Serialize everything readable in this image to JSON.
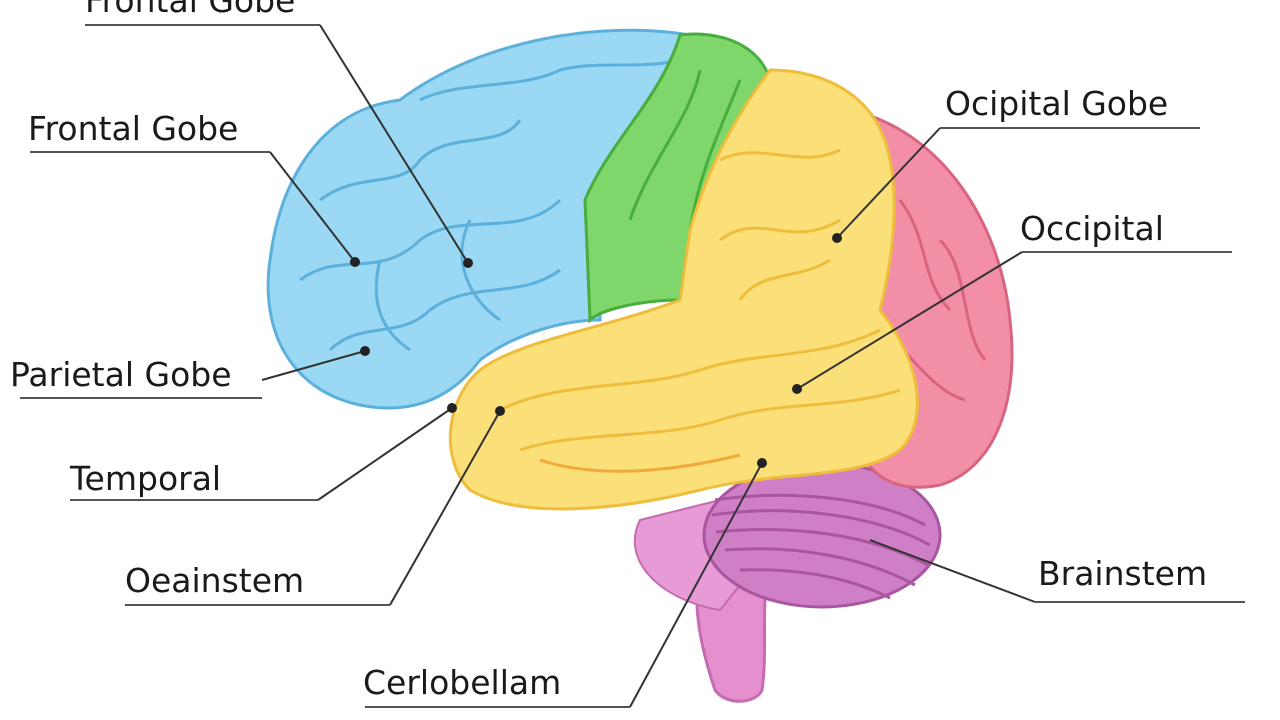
{
  "labels": [
    {
      "text": "Frontal Gobe"
    },
    {
      "text": "Frontal Gobe"
    },
    {
      "text": "Parietal Gobe"
    },
    {
      "text": "Temporal"
    },
    {
      "text": "Oeainstem"
    },
    {
      "text": "Cerlobellam"
    },
    {
      "text": "Ocipital Gobe"
    },
    {
      "text": "Occipital"
    },
    {
      "text": "Brainstem"
    }
  ],
  "colors": {
    "frontal": "#9ad8f4",
    "frontal_shade": "#6fbfe6",
    "parietal": "#7fd66a",
    "parietal_shade": "#4cb944",
    "temporal": "#fbe07a",
    "temporal_shade": "#f1c241",
    "occipital": "#f28fa6",
    "occipital_shade": "#e0627f",
    "cerebellum": "#cf7fc6",
    "cerebellum_shade": "#b25aa7",
    "brainstem": "#e58fcf",
    "leader_line": "#333333",
    "underline": "#555555"
  }
}
